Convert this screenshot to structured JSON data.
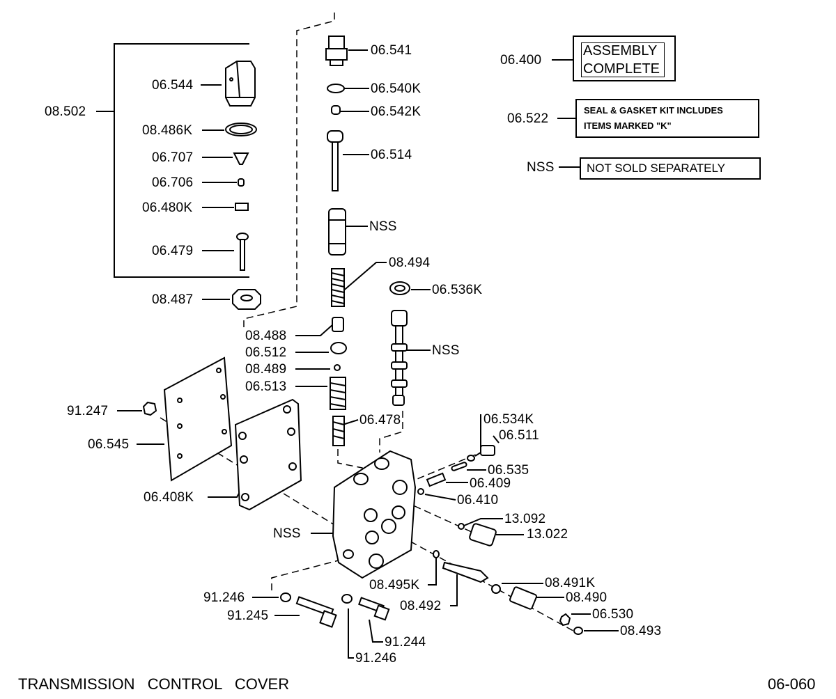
{
  "title": "TRANSMISSION   CONTROL   COVER",
  "page_code": "06-060",
  "legend": {
    "assembly_code": "06.400",
    "assembly_line1": "ASSEMBLY",
    "assembly_line2": "COMPLETE",
    "kit_code": "06.522",
    "kit_line1": "SEAL  &  GASKET  KIT  INCLUDES",
    "kit_line2": "ITEMS  MARKED  \"K\"",
    "nss_code": "NSS",
    "nss_text": "NOT  SOLD  SEPARATELY"
  },
  "parts": {
    "p06_541": "06.541",
    "p06_540K": "06.540K",
    "p06_542K": "06.542K",
    "p06_514": "06.514",
    "nss_sleeve": "NSS",
    "p08_494": "08.494",
    "p08_502": "08.502",
    "p06_544": "06.544",
    "p08_486K": "08.486K",
    "p06_707": "06.707",
    "p06_706": "06.706",
    "p06_480K": "06.480K",
    "p06_479": "06.479",
    "p08_487": "08.487",
    "p06_536K": "06.536K",
    "nss_spool": "NSS",
    "p08_488": "08.488",
    "p06_512": "06.512",
    "p08_489": "08.489",
    "p06_513": "06.513",
    "p06_478": "06.478",
    "p91_247": "91.247",
    "p06_545": "06.545",
    "p06_408K": "06.408K",
    "p06_534K": "06.534K",
    "p06_511": "06.511",
    "p06_535": "06.535",
    "p06_409": "06.409",
    "p06_410": "06.410",
    "p13_092": "13.092",
    "p13_022": "13.022",
    "nss_body": "NSS",
    "p08_495K": "08.495K",
    "p08_491K": "08.491K",
    "p08_490": "08.490",
    "p08_492": "08.492",
    "p06_530": "06.530",
    "p08_493": "08.493",
    "p91_246a": "91.246",
    "p91_245": "91.245",
    "p91_244": "91.244",
    "p91_246b": "91.246"
  }
}
